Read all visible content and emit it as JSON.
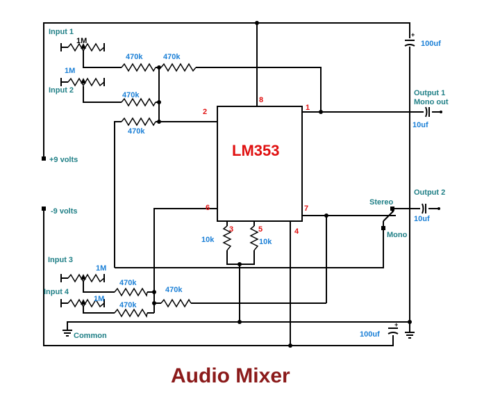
{
  "diagram": {
    "chip": "LM353",
    "title": "Audio Mixer",
    "inputs": [
      "Input 1",
      "Input 2",
      "Input 3",
      "Input 4"
    ],
    "outputs": [
      "Output 1",
      "Mono out",
      "Output 2"
    ],
    "switch": [
      "Stereo",
      "Mono"
    ],
    "power": [
      "+9 volts",
      "-9 volts",
      "Common"
    ],
    "resistors": {
      "pot": "1M",
      "mix": "470k",
      "bias": "10k"
    },
    "capacitors": {
      "supply": "100uf",
      "coupling": "10uf"
    },
    "pins": [
      "1",
      "2",
      "3",
      "4",
      "5",
      "6",
      "7",
      "8"
    ]
  }
}
